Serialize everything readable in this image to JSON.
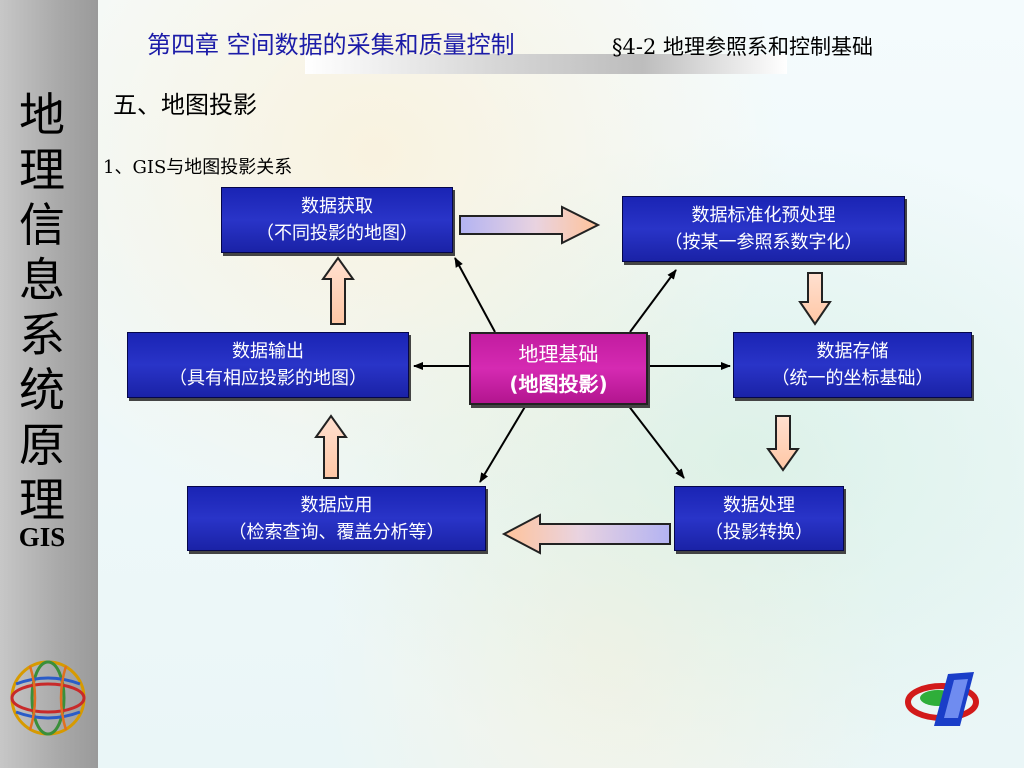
{
  "sidebar": {
    "title_chars": [
      "地",
      "理",
      "信",
      "息",
      "系",
      "统",
      "原",
      "理"
    ],
    "label": "GIS",
    "logo_icon": "globe-logo-icon"
  },
  "header": {
    "chapter": "第四章  空间数据的采集和质量控制",
    "section": "§4-2  地理参照系和控制基础"
  },
  "content": {
    "heading": "五、地图投影",
    "subheading": "1、GIS与地图投影关系"
  },
  "diagram": {
    "center": {
      "line1": "地理基础",
      "line2": "(地图投影)"
    },
    "acquire": {
      "line1": "数据获取",
      "line2": "（不同投影的地图）"
    },
    "preprocess": {
      "line1": "数据标准化预处理",
      "line2": "（按某一参照系数字化）"
    },
    "storage": {
      "line1": "数据存储",
      "line2": "（统一的坐标基础）"
    },
    "processing": {
      "line1": "数据处理",
      "line2": "（投影转换）"
    },
    "application": {
      "line1": "数据应用",
      "line2": "（检索查询、覆盖分析等）"
    },
    "output": {
      "line1": "数据输出",
      "line2": "（具有相应投影的地图）"
    }
  },
  "colors": {
    "box_blue": "#1f2ab8",
    "box_center": "#c81fa5",
    "chapter_text": "#1c1ca8",
    "sidebar_gray": "#a9a9a9"
  },
  "corner_logo_icon": "gis-brand-logo-icon"
}
